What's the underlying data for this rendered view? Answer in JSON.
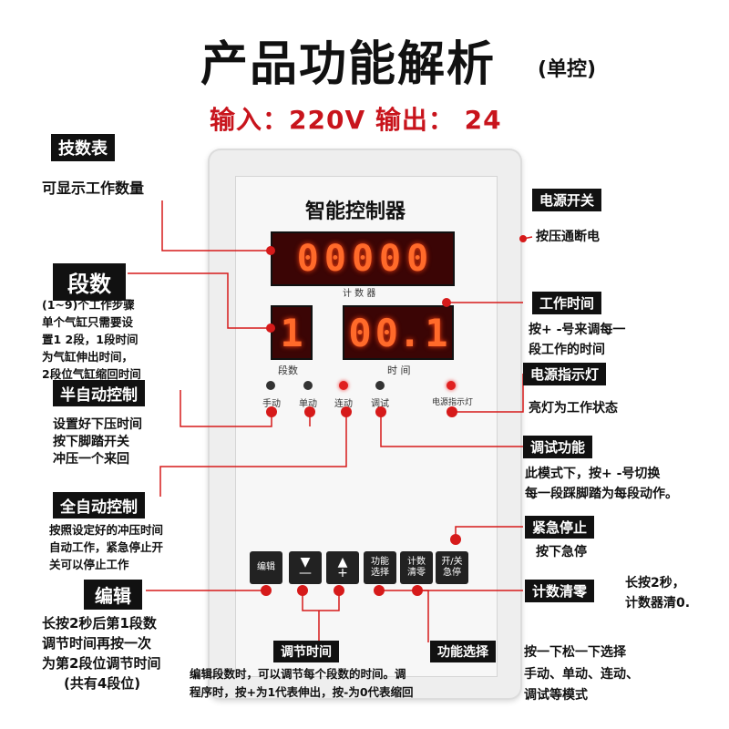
{
  "header": {
    "title": "产品功能解析",
    "title_sub": "(单控)",
    "io": "输入：220V  输出： 24"
  },
  "device": {
    "title": "智能控制器",
    "counter_digits": [
      "0",
      "0",
      "0",
      "0",
      "0"
    ],
    "counter_label": "计 数 器",
    "segment_digit": "1",
    "segment_label": "段数",
    "time_digits": [
      "0",
      "0.",
      "1"
    ],
    "time_label": "时 间",
    "indicators": {
      "manual": "手动",
      "single": "单动",
      "continuous": "连动",
      "debug": "调试",
      "power": "电源指示灯"
    },
    "buttons": {
      "edit": "编辑",
      "down": "▼",
      "down_sign": "—",
      "up": "▲",
      "up_sign": "+",
      "func_1": "功能",
      "func_2": "选择",
      "clear_1": "计数",
      "clear_2": "清零",
      "switch_1": "开/关",
      "switch_2": "急停"
    }
  },
  "callouts": {
    "counter": {
      "tag": "技数表",
      "text": "可显示工作数量"
    },
    "segments": {
      "tag": "段数",
      "lines": [
        "(1~9)个工作步骤",
        "单个气缸只需要设",
        "置1 2段，1段时间",
        "为气缸伸出时间，",
        "2段位气缸缩回时间"
      ]
    },
    "semi_auto": {
      "tag": "半自动控制",
      "lines": [
        "设置好下压时间",
        "按下脚踏开关",
        "冲压一个来回"
      ]
    },
    "full_auto": {
      "tag": "全自动控制",
      "lines": [
        "按照设定好的冲压时间",
        "自动工作，紧急停止开",
        "关可以停止工作"
      ]
    },
    "edit": {
      "tag": "编辑",
      "lines": [
        "长按2秒后第1段数",
        "调节时间再按一次",
        "为第2段位调节时间",
        "(共有4段位)"
      ]
    },
    "adjust_time": {
      "tag": "调节时间",
      "lines": [
        "编辑段数时，可以调节每个段数的时间。调",
        "程序时，按+为1代表伸出，按-为0代表缩回"
      ]
    },
    "func_select": {
      "tag": "功能选择",
      "lines": [
        "按一下松一下选择",
        "手动、单动、连动、",
        "调试等模式"
      ]
    },
    "power_switch": {
      "tag": "电源开关",
      "text": "按压通断电"
    },
    "work_time": {
      "tag": "工作时间",
      "lines": [
        "按+  -号来调每一",
        "段工作的时间"
      ]
    },
    "power_led": {
      "tag": "电源指示灯",
      "text": "亮灯为工作状态"
    },
    "debug": {
      "tag": "调试功能",
      "lines": [
        "此模式下，按+ -号切换",
        "每一段踩脚踏为每段动作。"
      ]
    },
    "estop": {
      "tag": "紧急停止",
      "text": "按下急停"
    },
    "clear": {
      "tag": "计数清零",
      "lines": [
        "长按2秒，",
        "计数器清0."
      ]
    }
  },
  "colors": {
    "accent_red": "#c8141c",
    "led_digit": "#ff6a2a",
    "tag_bg": "#111111"
  }
}
